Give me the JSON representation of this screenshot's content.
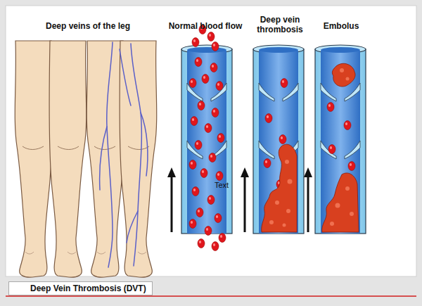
{
  "diagram": {
    "caption": "Deep Vein Thrombosis (DVT)",
    "labels": [
      "Deep veins of the leg",
      "Normal blood flow",
      "Deep vein thrombosis",
      "Embolus",
      "Text"
    ]
  }
}
